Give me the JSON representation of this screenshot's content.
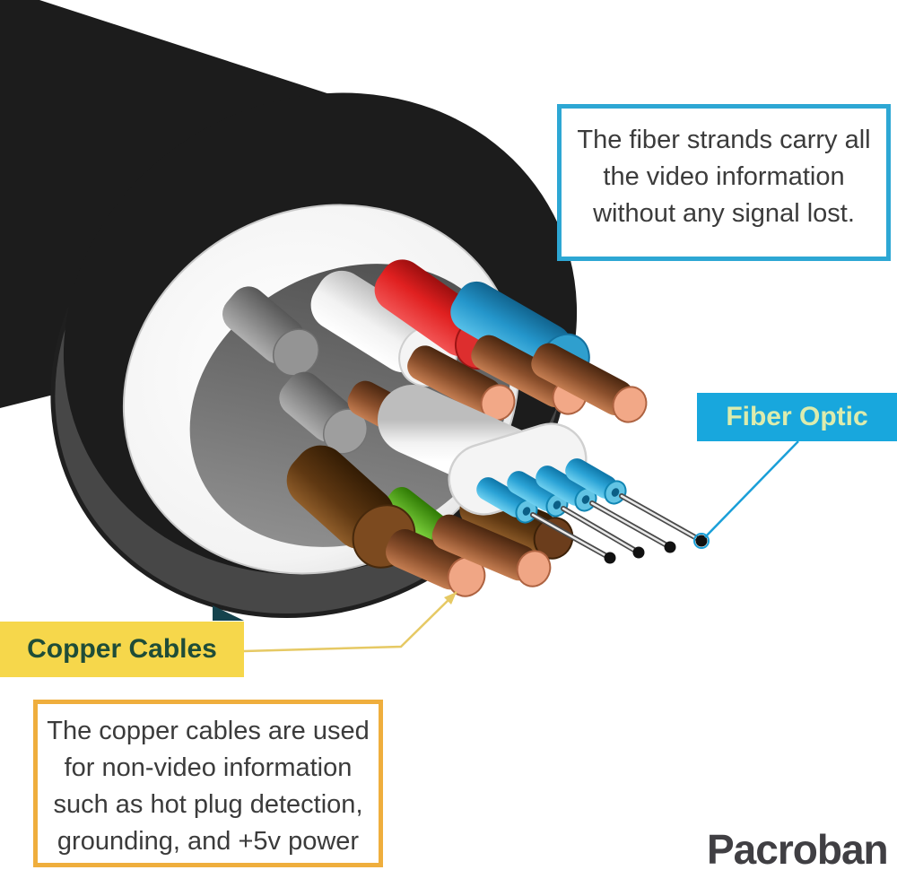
{
  "callouts": {
    "fiber": {
      "lines": [
        "The fiber strands carry all",
        "the video information",
        "without any signal lost."
      ]
    },
    "copper": {
      "lines": [
        "The copper cables are used",
        "for non-video information",
        "such as hot plug detection,",
        "grounding, and +5v power"
      ]
    }
  },
  "labels": {
    "fiber": "Fiber Optic",
    "copper": "Copper Cables"
  },
  "brand": "Pacroban",
  "colors": {
    "fiber_label_bg": "#18a7dd",
    "fiber_label_text": "#dcecad",
    "fiber_box_border": "#2da7d4",
    "copper_label_bg": "#f6d74b",
    "copper_label_text": "#1f4d38",
    "copper_box_border": "#efae3d",
    "note_text": "#3b3b3b",
    "brand_text": "#403f43",
    "leader_line_yellow": "#e6c964",
    "leader_line_blue": "#1a9fd8",
    "corner_triangle": "#15434d",
    "cable_jacket": "#1c1c1c",
    "jacket_cut_face": "#474747",
    "inner_insulation": "#f2f2f2"
  }
}
